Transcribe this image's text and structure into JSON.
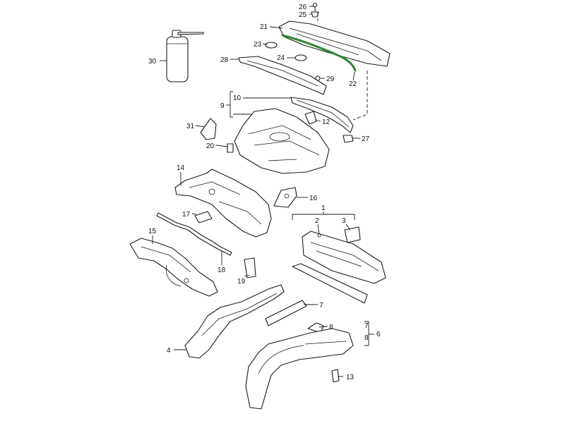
{
  "diagram": {
    "highlight_color": "#2e8b2e",
    "callouts": [
      {
        "id": "c26",
        "label": "26"
      },
      {
        "id": "c25",
        "label": "25"
      },
      {
        "id": "c21",
        "label": "21"
      },
      {
        "id": "c23",
        "label": "23"
      },
      {
        "id": "c24",
        "label": "24"
      },
      {
        "id": "c22",
        "label": "22"
      },
      {
        "id": "c28",
        "label": "28"
      },
      {
        "id": "c29",
        "label": "29"
      },
      {
        "id": "c30",
        "label": "30"
      },
      {
        "id": "c10",
        "label": "10"
      },
      {
        "id": "c9",
        "label": "9"
      },
      {
        "id": "c12",
        "label": "12"
      },
      {
        "id": "c27",
        "label": "27"
      },
      {
        "id": "c31",
        "label": "31"
      },
      {
        "id": "c20",
        "label": "20"
      },
      {
        "id": "c14",
        "label": "14"
      },
      {
        "id": "c16",
        "label": "16"
      },
      {
        "id": "c17",
        "label": "17"
      },
      {
        "id": "c1",
        "label": "1"
      },
      {
        "id": "c2",
        "label": "2"
      },
      {
        "id": "c3",
        "label": "3"
      },
      {
        "id": "c15",
        "label": "15"
      },
      {
        "id": "c18",
        "label": "18"
      },
      {
        "id": "c19",
        "label": "19"
      },
      {
        "id": "c7a",
        "label": "7"
      },
      {
        "id": "c8a",
        "label": "8"
      },
      {
        "id": "c7b",
        "label": "7"
      },
      {
        "id": "c8b",
        "label": "8"
      },
      {
        "id": "c6",
        "label": "6"
      },
      {
        "id": "c4",
        "label": "4"
      },
      {
        "id": "c13",
        "label": "13"
      }
    ]
  }
}
